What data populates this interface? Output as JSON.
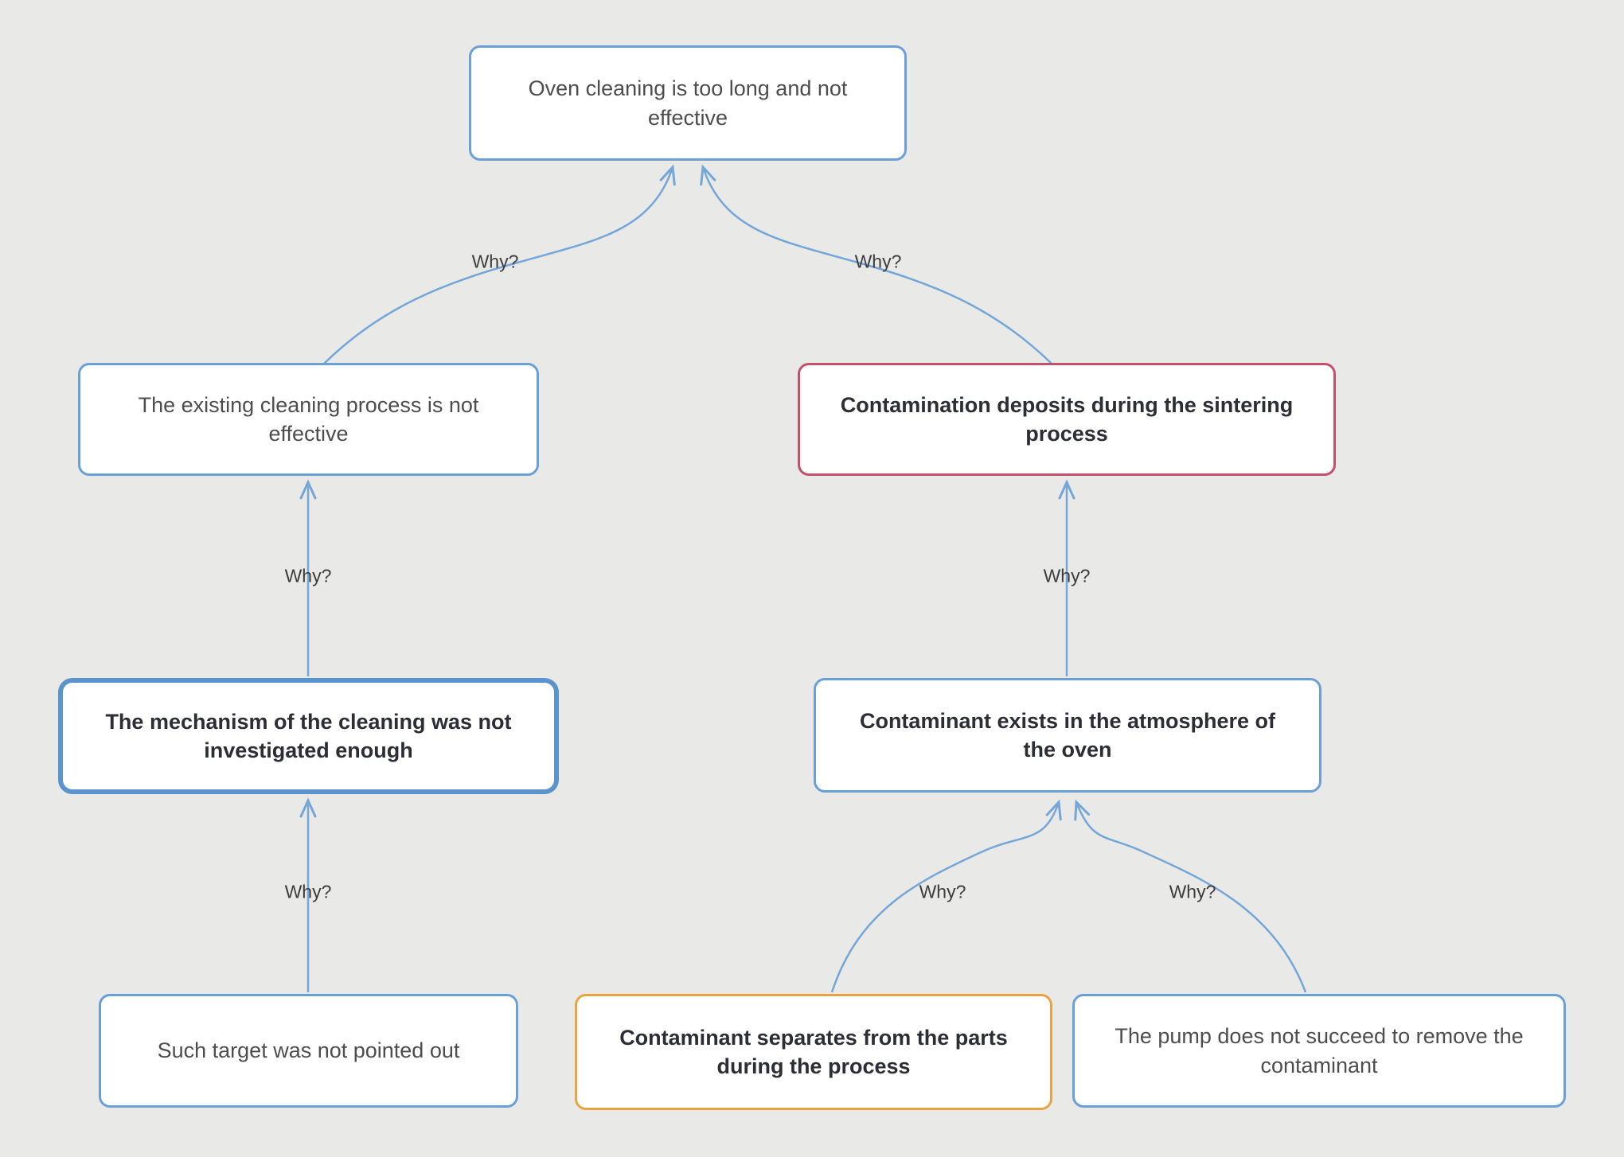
{
  "why_label": "Why?",
  "nodes": [
    {
      "id": "problem",
      "label": "Oven cleaning is too long and not effective"
    },
    {
      "id": "cause-left-1",
      "label": "The existing cleaning process is not effective"
    },
    {
      "id": "cause-right-1",
      "label": "Contamination deposits during the sintering process"
    },
    {
      "id": "cause-left-2",
      "label": "The mechanism of the cleaning was not investigated enough"
    },
    {
      "id": "cause-right-2",
      "label": "Contaminant exists in the atmosphere of the oven"
    },
    {
      "id": "cause-left-3",
      "label": "Such target was not pointed out"
    },
    {
      "id": "cause-right-3a",
      "label": "Contaminant separates from the parts during the process"
    },
    {
      "id": "cause-right-3b",
      "label": "The pump does not succeed to remove the contaminant"
    }
  ],
  "colors": {
    "background": "#e9e9e8",
    "node_fill": "#ffffff",
    "border_blue": "#6aa0d6",
    "border_blue_selected": "#5b94cc",
    "border_red": "#c5506a",
    "border_orange": "#e8a342",
    "arrow": "#74a6d8",
    "text_normal": "#4d4d4d",
    "text_emphasis": "#2d2d35",
    "why_text": "#3d3d3d"
  }
}
